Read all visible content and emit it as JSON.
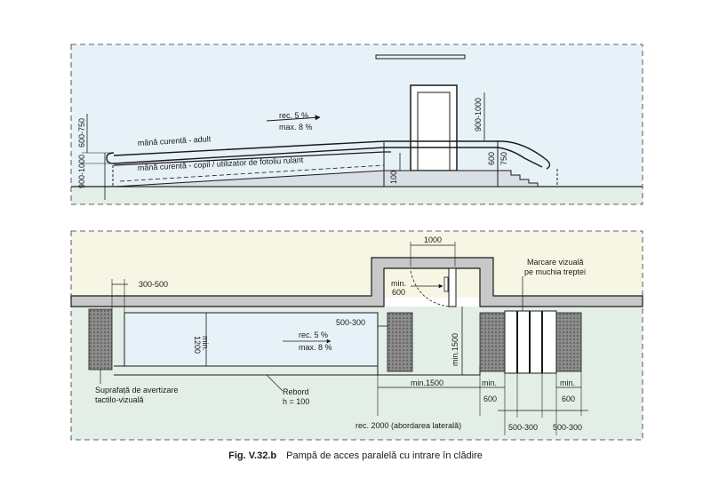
{
  "colors": {
    "sky": "#e7f1f8",
    "ground": "#e3efe6",
    "interior": "#f7f6e4",
    "wall": "#c8c8c8",
    "tactile": "#8c8c8c",
    "line": "#1a1a1a"
  },
  "elevation": {
    "slope_rec": "rec. 5 %",
    "slope_max": "max. 8 %",
    "handrail_adult": "mână curentă - adult",
    "handrail_child": "mână curentă - copil / utilizator de fotoliu rulant",
    "dim_600_750_left": "600-750",
    "dim_900_1000_left": "900-1000",
    "dim_900_1000_right": "900-1000",
    "dim_600": "600",
    "dim_750": "750",
    "dim_100": "100"
  },
  "plan": {
    "dim_1000": "1000",
    "dim_300_500": "300-500",
    "dim_min600_a": "min.",
    "dim_min600_b": "600",
    "visual_mark_1": "Marcare vizuală",
    "visual_mark_2": "pe muchia treptei",
    "dim_500_300_upper": "500-300",
    "min_label": "min.",
    "dim_1200": "1200",
    "slope_rec": "rec. 5 %",
    "slope_max": "max. 8 %",
    "dim_min1500_v": "min.1500",
    "tactile_1": "Suprafață de avertizare",
    "tactile_2": "tactilo-vizuală",
    "curb_1": "Rebord",
    "curb_2": "h = 100",
    "dim_min1500_h": "min.1500",
    "dim_min600_left_a": "min.",
    "dim_min600_left_b": "600",
    "dim_min600_right_a": "min.",
    "dim_min600_right_b": "600",
    "rec2000": "rec. 2000 (abordarea laterală)",
    "dim_500_300_a": "500-300",
    "dim_500_300_b": "500-300"
  },
  "caption": {
    "number": "Fig. V.32.b",
    "text": "Pampă de acces paralelă cu intrare în clădire"
  }
}
